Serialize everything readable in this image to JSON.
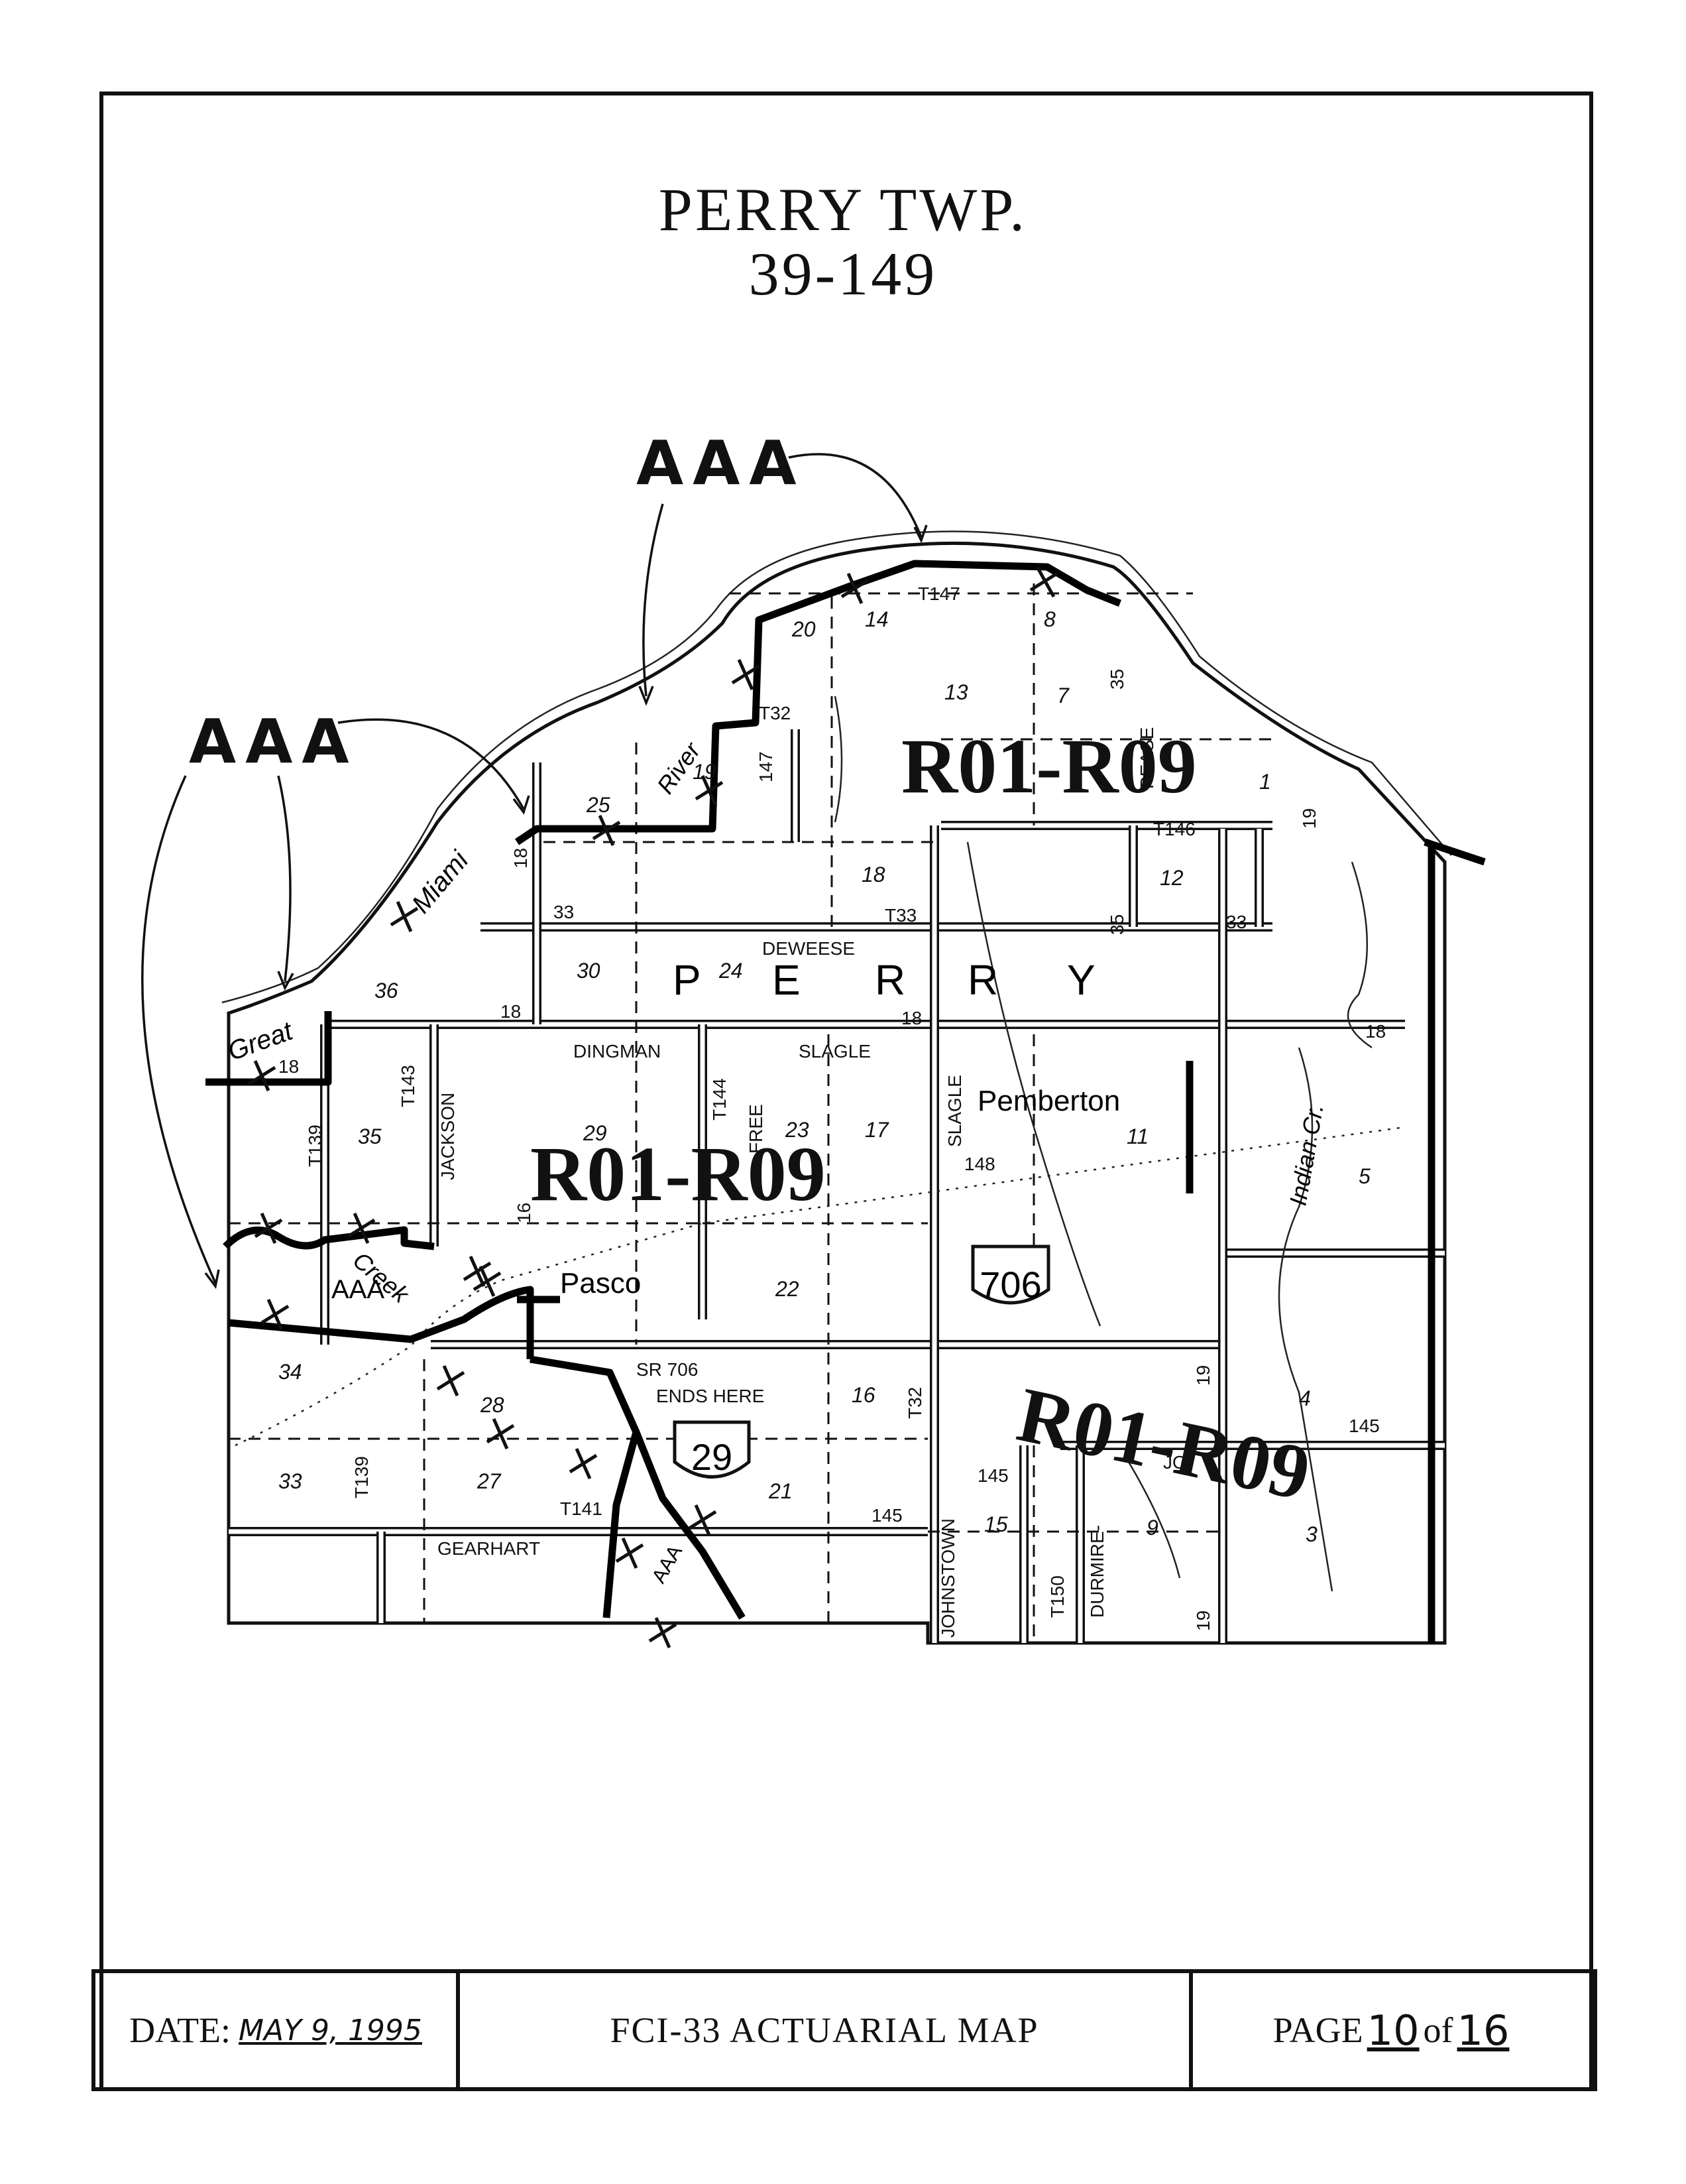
{
  "map_title": {
    "line1": "PERRY   TWP.",
    "line2": "39-149"
  },
  "region_labels": {
    "aaa_upper": "AAA",
    "aaa_left": "AAA",
    "aaa_small": "AAA",
    "aaa_bottom": "AAA",
    "rating_north": "R01-R09",
    "rating_center": "R01-R09",
    "rating_southeast": "R01-R09"
  },
  "place_labels": {
    "perry_letters": [
      "P",
      "E",
      "R",
      "R",
      "Y"
    ],
    "pemberton": "Pemberton",
    "pasco": "Pasco",
    "great": "Great",
    "miami": "Miami",
    "river": "River",
    "creek": "Creek",
    "indian_cr": "Indian Cr.",
    "sr706_note_1": "SR 706",
    "sr706_note_2": "ENDS HERE"
  },
  "road_labels": {
    "t147": "T147",
    "t32_north": "T32",
    "t146": "T146",
    "t33": "T33",
    "deweese": "DEWEESE",
    "dingman": "DINGMAN",
    "slagle_h": "SLAGLE",
    "slagle_v": "SLAGLE",
    "jackson": "JACKSON",
    "t143": "T143",
    "t139_upper": "T139",
    "t139_lower": "T139",
    "t144": "T144",
    "free": "FREE",
    "r148": "148",
    "t32_south": "T32",
    "r145_a": "145",
    "r145_b": "145",
    "r145_c": "145",
    "t141": "T141",
    "gearhart": "GEARHART",
    "johnstown": "JOHNSTOWN",
    "t150": "T150",
    "durmire": "DURMIRE-",
    "jo": "JO",
    "r147": "147",
    "r35_a": "35",
    "r35_b": "35",
    "r33_a": "33",
    "r33_b": "33",
    "r18_a": "18",
    "r18_b": "18",
    "r18_c": "18",
    "r18_d": "18",
    "r18_e": "18",
    "r19_a": "19",
    "r19_b": "19",
    "r19_c": "19",
    "r16": "16",
    "pease": "PEASE"
  },
  "route_shields": {
    "sr706": "706",
    "sr29": "29"
  },
  "sections": {
    "s20": "20",
    "s14": "14",
    "s8": "8",
    "s13": "13",
    "s7": "7",
    "s1": "1",
    "s25": "25",
    "s19": "19",
    "s18": "18",
    "s12": "12",
    "s36": "36",
    "s30": "30",
    "s24": "24",
    "s35": "35",
    "s29": "29",
    "s23": "23",
    "s17": "17",
    "s11": "11",
    "s5": "5",
    "s22": "22",
    "s34": "34",
    "s28": "28",
    "s16": "16",
    "s4": "4",
    "s33": "33",
    "s27": "27",
    "s21": "21",
    "s15": "15",
    "s9": "9",
    "s3": "3"
  },
  "footer": {
    "date_label": "DATE:",
    "date_value": "MAY 9, 1995",
    "map_name": "FCI-33 ACTUARIAL  MAP",
    "page_label": "PAGE",
    "page_number": "10",
    "page_of": "of",
    "page_total": "16"
  },
  "colors": {
    "ink": "#111111",
    "paper": "#ffffff"
  }
}
